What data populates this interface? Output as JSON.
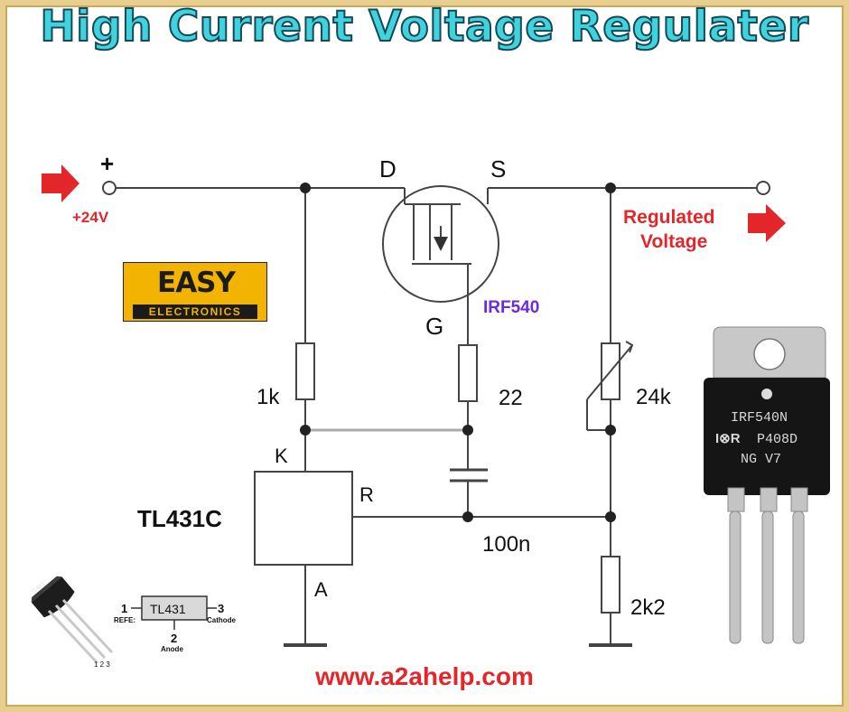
{
  "title": "High Current Voltage Regulater",
  "input": {
    "polarity": "+",
    "voltage": "+24V"
  },
  "output": {
    "line1": "Regulated",
    "line2": "Voltage"
  },
  "mosfet": {
    "drain": "D",
    "source": "S",
    "gate": "G",
    "part": "IRF540"
  },
  "components": {
    "r1": "1k",
    "r_gate": "22",
    "pot": "24k",
    "cap": "100n",
    "r_bottom": "2k2",
    "ic": "TL431C",
    "pin_k": "K",
    "pin_r": "R",
    "pin_a": "A"
  },
  "logo": {
    "top": "EASY",
    "bottom": "ELECTRONICS"
  },
  "tl431_pinout": {
    "chip": "TL431",
    "pin1_num": "1",
    "pin1_name": "REFE:",
    "pin2_num": "2",
    "pin2_name": "Anode",
    "pin3_num": "3",
    "pin3_name": "Cathode",
    "body_mark": "TL431",
    "legs": "1 2 3"
  },
  "irf540_package": {
    "line1": "IRF540N",
    "brand": "I⊗R",
    "line2": "P408D",
    "line3": "NG V7"
  },
  "website": "www.a2ahelp.com",
  "colors": {
    "title": "#40d3dc",
    "accent_red": "#e3262a",
    "part_purple": "#6a2be0",
    "logo_yellow": "#f2b400"
  }
}
